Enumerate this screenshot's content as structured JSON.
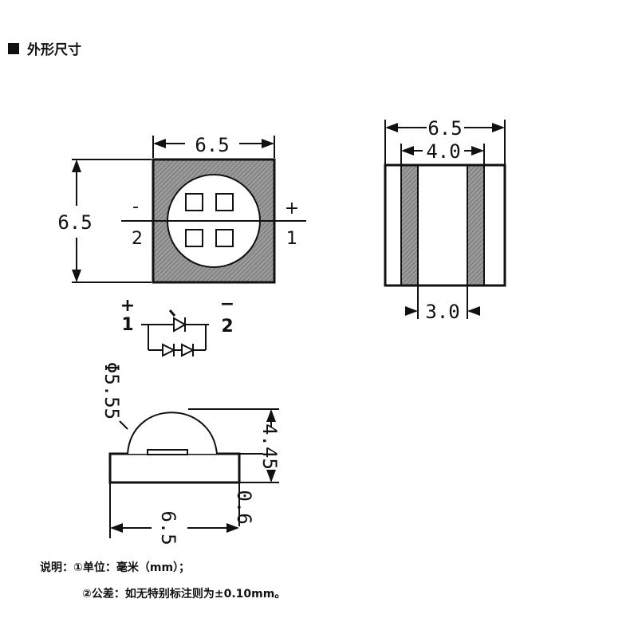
{
  "title": "外形尺寸",
  "top_view": {
    "width_label": "6.5",
    "height_label": "6.5",
    "minus": "-",
    "plus": "+",
    "pin_left": "2",
    "pin_right": "1"
  },
  "circuit": {
    "plus": "+",
    "minus": "−",
    "pin_left": "1",
    "pin_right": "2"
  },
  "side_view": {
    "outer_label": "6.5",
    "inner_label": "4.0",
    "gap_label": "3.0"
  },
  "lens_view": {
    "diameter_label": "Φ5.55",
    "height_label": "4.45",
    "base_label": "0.6",
    "width_label": "6.5"
  },
  "notes": {
    "line1": "说明：①单位：毫米（mm）；",
    "line2": "②公差：如无特别标注则为±0.10mm。"
  },
  "colors": {
    "fill": "#8a8a8a",
    "line": "#111111"
  }
}
